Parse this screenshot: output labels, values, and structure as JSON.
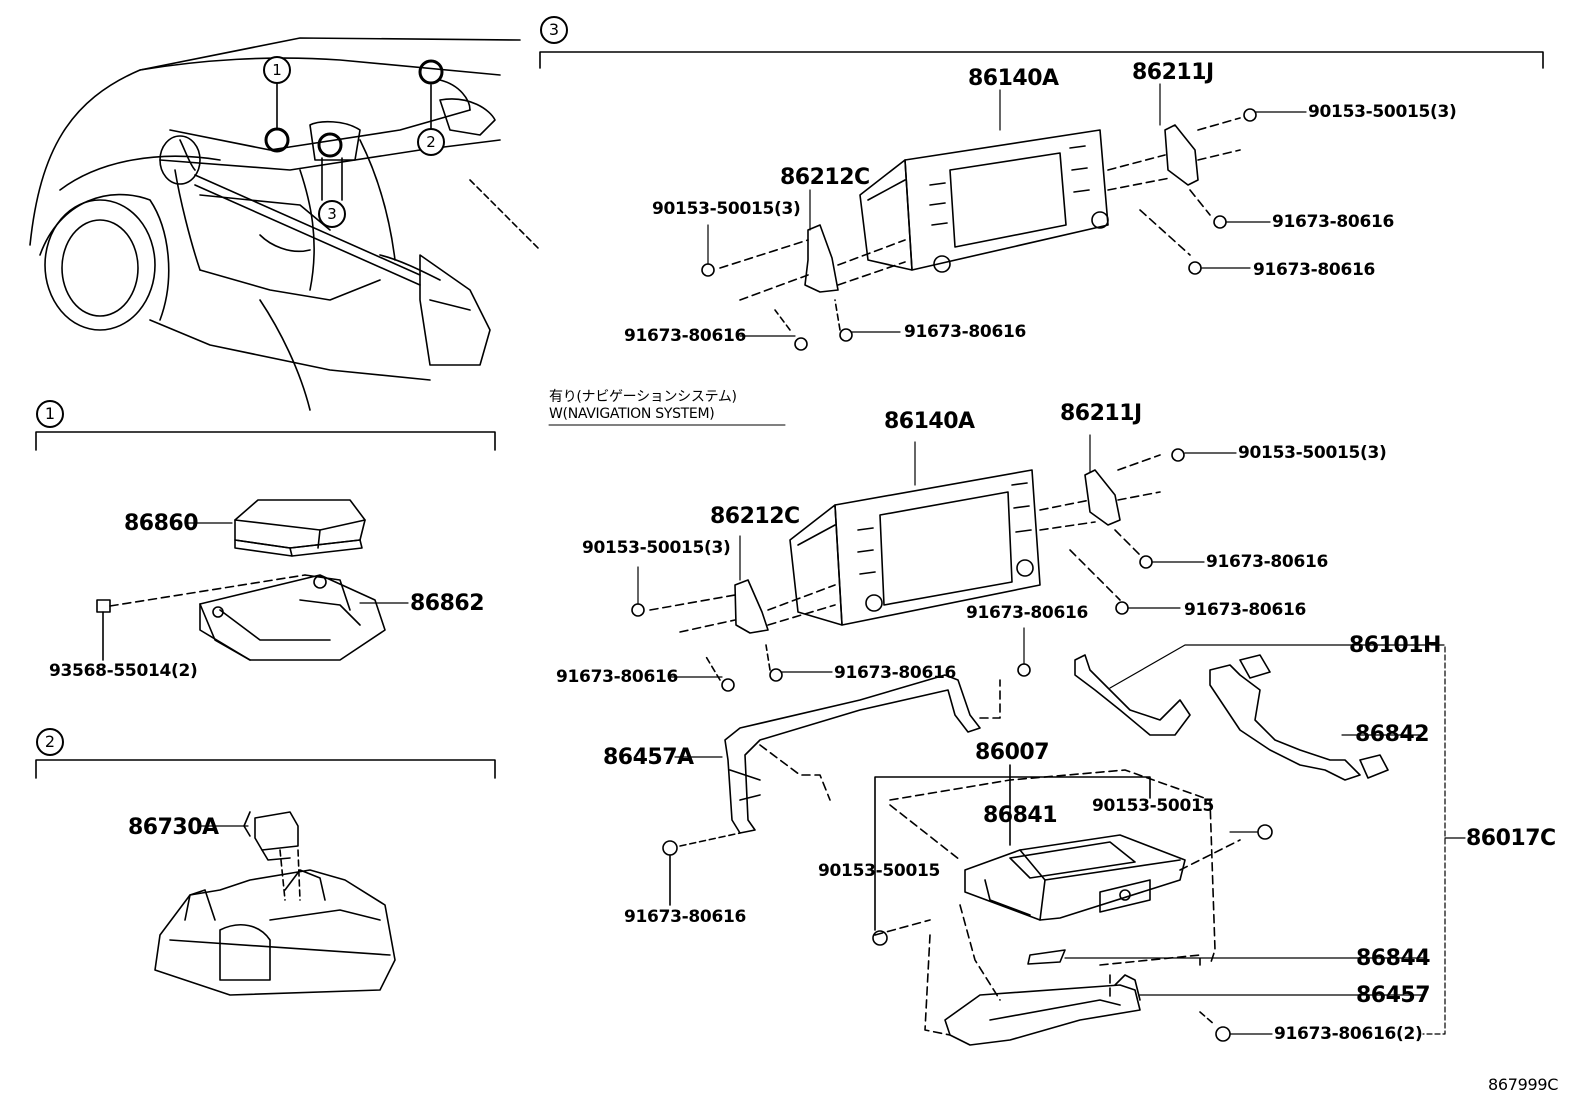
{
  "diagram_ref": "867999C",
  "callouts": {
    "c1": "1",
    "c2": "2",
    "c3": "3"
  },
  "section1": {
    "number": "1",
    "parts": {
      "p86860": "86860",
      "p86862": "86862",
      "p93568": "93568-55014(2)"
    }
  },
  "section2": {
    "number": "2",
    "parts": {
      "p86730A": "86730A"
    }
  },
  "section3": {
    "number": "3",
    "upper": {
      "p86140A": "86140A",
      "p86211J": "86211J",
      "p86212C": "86212C",
      "b90153_r": "90153-50015(3)",
      "b90153_l": "90153-50015(3)",
      "s91673_r1": "91673-80616",
      "s91673_r2": "91673-80616",
      "s91673_bl": "91673-80616",
      "s91673_bm": "91673-80616"
    },
    "nav_note": {
      "jp": "有り(ナビゲーションシステム)",
      "en": "W(NAVIGATION SYSTEM)"
    },
    "lower": {
      "p86140A": "86140A",
      "p86211J": "86211J",
      "p86212C": "86212C",
      "b90153_r": "90153-50015(3)",
      "b90153_l": "90153-50015(3)",
      "s91673_r1": "91673-80616",
      "s91673_r2": "91673-80616",
      "s91673_bl": "91673-80616",
      "s91673_bm": "91673-80616",
      "s91673_top": "91673-80616",
      "p86457A": "86457A",
      "s91673_left": "91673-80616",
      "p86101H": "86101H",
      "p86842": "86842",
      "p86017C": "86017C",
      "p86007": "86007",
      "p86841": "86841",
      "b90153_mr": "90153-50015",
      "b90153_ml": "90153-50015",
      "p86844": "86844",
      "p86457": "86457",
      "s91673_br": "91673-80616(2)"
    }
  }
}
